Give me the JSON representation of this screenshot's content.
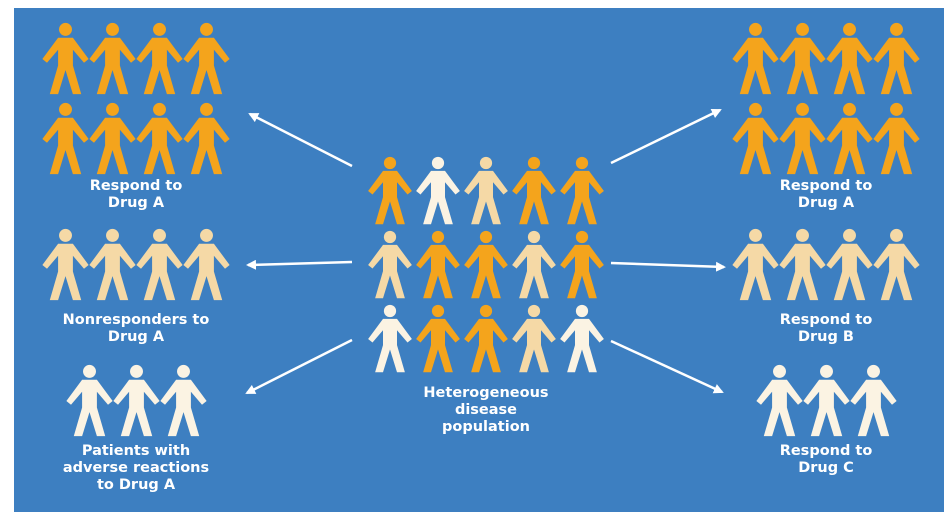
{
  "colors": {
    "background": "#3d7fc1",
    "orange": "#f4a41c",
    "pale": "#f5d9a6",
    "white": "#fbf3e3",
    "arrow": "#ffffff"
  },
  "center": {
    "label_lines": [
      "Heterogeneous",
      "disease",
      "population"
    ],
    "rows": [
      [
        "orange",
        "white",
        "pale",
        "orange",
        "orange"
      ],
      [
        "pale",
        "orange",
        "orange",
        "pale",
        "orange"
      ],
      [
        "white",
        "orange",
        "orange",
        "pale",
        "white"
      ]
    ]
  },
  "left_groups": [
    {
      "label_lines": [
        "Respond to",
        "Drug A"
      ],
      "rows": [
        [
          "orange",
          "orange",
          "orange",
          "orange"
        ],
        [
          "orange",
          "orange",
          "orange",
          "orange"
        ]
      ]
    },
    {
      "label_lines": [
        "Nonresponders to",
        "Drug A"
      ],
      "rows": [
        [
          "pale",
          "pale",
          "pale",
          "pale"
        ]
      ]
    },
    {
      "label_lines": [
        "Patients with",
        "adverse reactions",
        "to Drug A"
      ],
      "rows": [
        [
          "white",
          "white",
          "white"
        ]
      ]
    }
  ],
  "right_groups": [
    {
      "label_lines": [
        "Respond to",
        "Drug A"
      ],
      "rows": [
        [
          "orange",
          "orange",
          "orange",
          "orange"
        ],
        [
          "orange",
          "orange",
          "orange",
          "orange"
        ]
      ]
    },
    {
      "label_lines": [
        "Respond to",
        "Drug B"
      ],
      "rows": [
        [
          "pale",
          "pale",
          "pale",
          "pale"
        ]
      ]
    },
    {
      "label_lines": [
        "Respond to",
        "Drug C"
      ],
      "rows": [
        [
          "white",
          "white",
          "white"
        ]
      ]
    }
  ],
  "icons": {
    "person": "person-icon",
    "arrow": "arrow-icon"
  }
}
